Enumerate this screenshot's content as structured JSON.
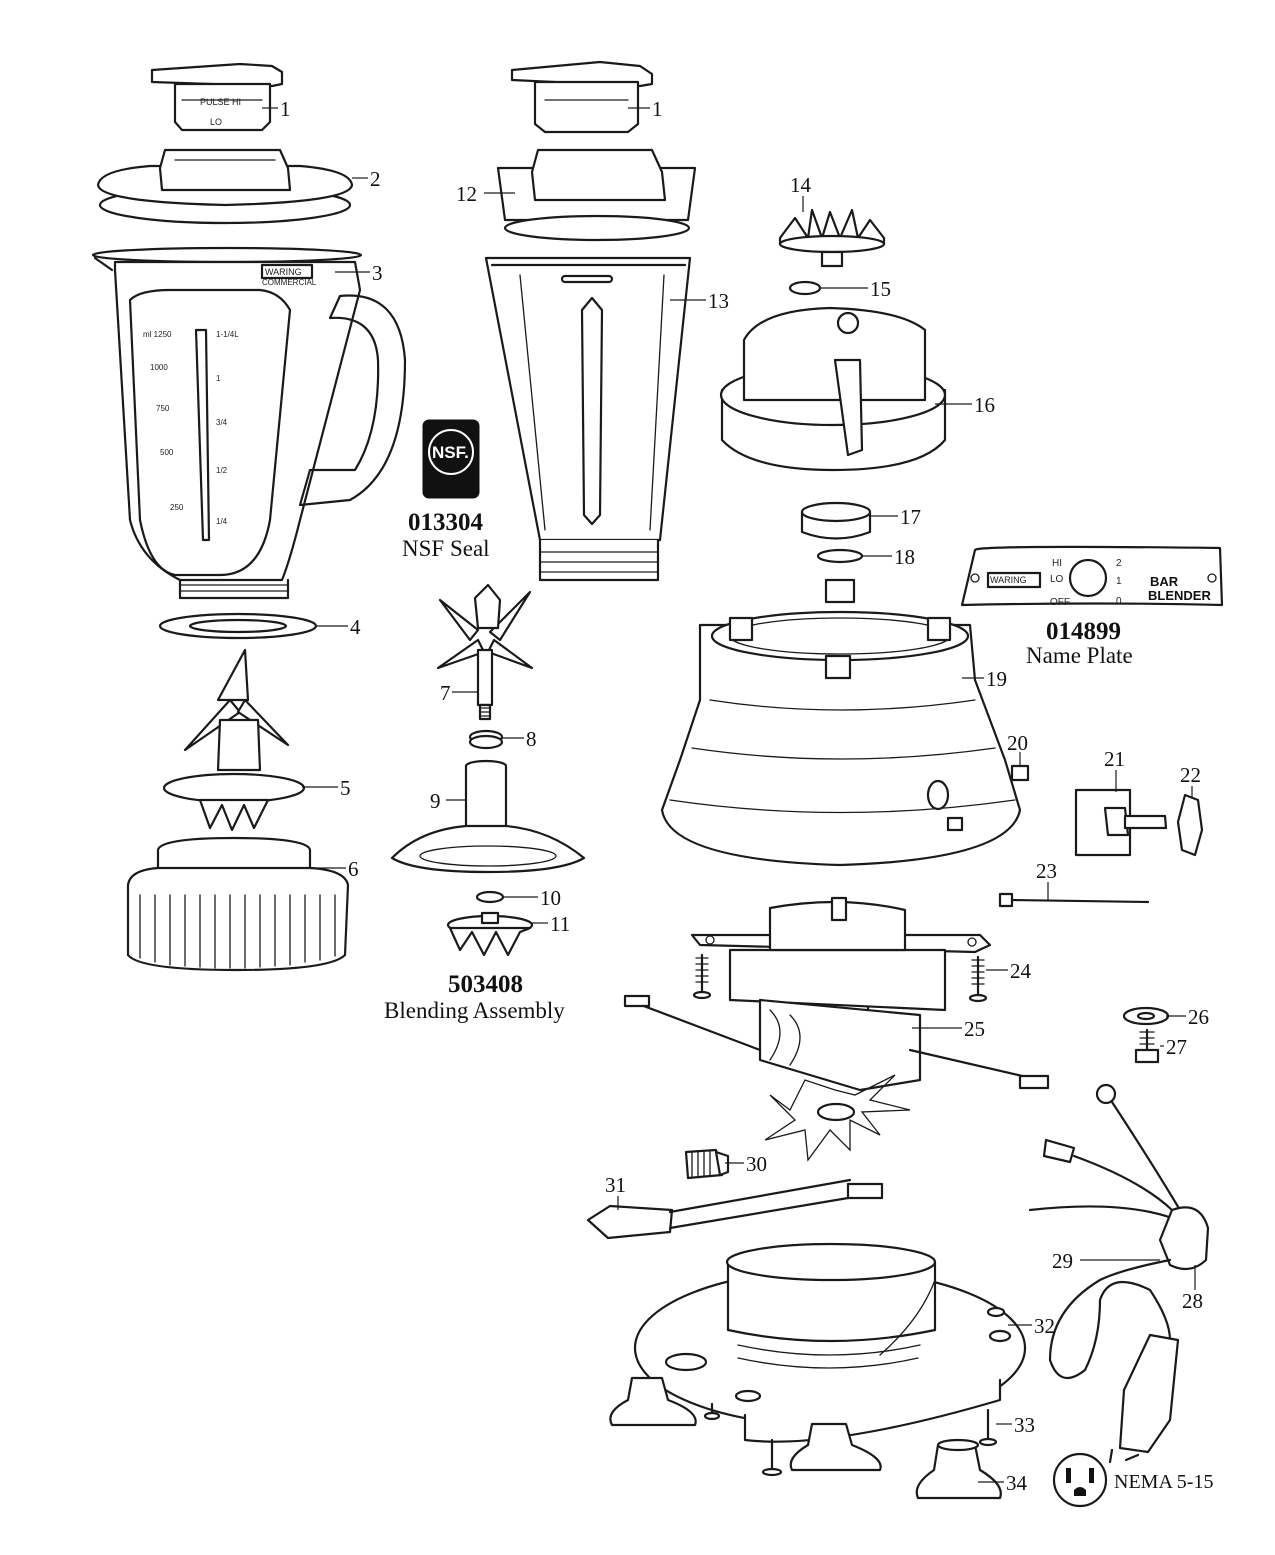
{
  "callouts": [
    "1",
    "1",
    "2",
    "3",
    "4",
    "5",
    "6",
    "7",
    "8",
    "9",
    "10",
    "11",
    "12",
    "13",
    "14",
    "15",
    "16",
    "17",
    "18",
    "19",
    "20",
    "21",
    "22",
    "23",
    "24",
    "25",
    "26",
    "27",
    "28",
    "29",
    "30",
    "31",
    "32",
    "33",
    "34"
  ],
  "jar_graduations": {
    "ml_label": "ml 1250",
    "left": [
      "1000",
      "750",
      "500",
      "250"
    ],
    "right": [
      "1-1/4L",
      "1",
      "3/4",
      "1/2",
      "1/4"
    ]
  },
  "lid_cap_text": {
    "a": "PULSE",
    "b": "HI",
    "c": "LO"
  },
  "waring_logo": {
    "brand": "WARING",
    "sub": "COMMERCIAL"
  },
  "nsf_seal": {
    "logo": "NSF.",
    "part_number": "013304",
    "caption": "NSF Seal"
  },
  "blending_assembly": {
    "part_number": "503408",
    "caption": "Blending Assembly"
  },
  "name_plate": {
    "part_number": "014899",
    "caption": "Name Plate",
    "switch_labels": [
      "HI",
      "LO",
      "OFF"
    ],
    "speed_numbers": [
      "2",
      "1",
      "0"
    ],
    "model_text": [
      "BAR",
      "BLENDER"
    ]
  },
  "outlet": {
    "label": "NEMA 5-15"
  }
}
